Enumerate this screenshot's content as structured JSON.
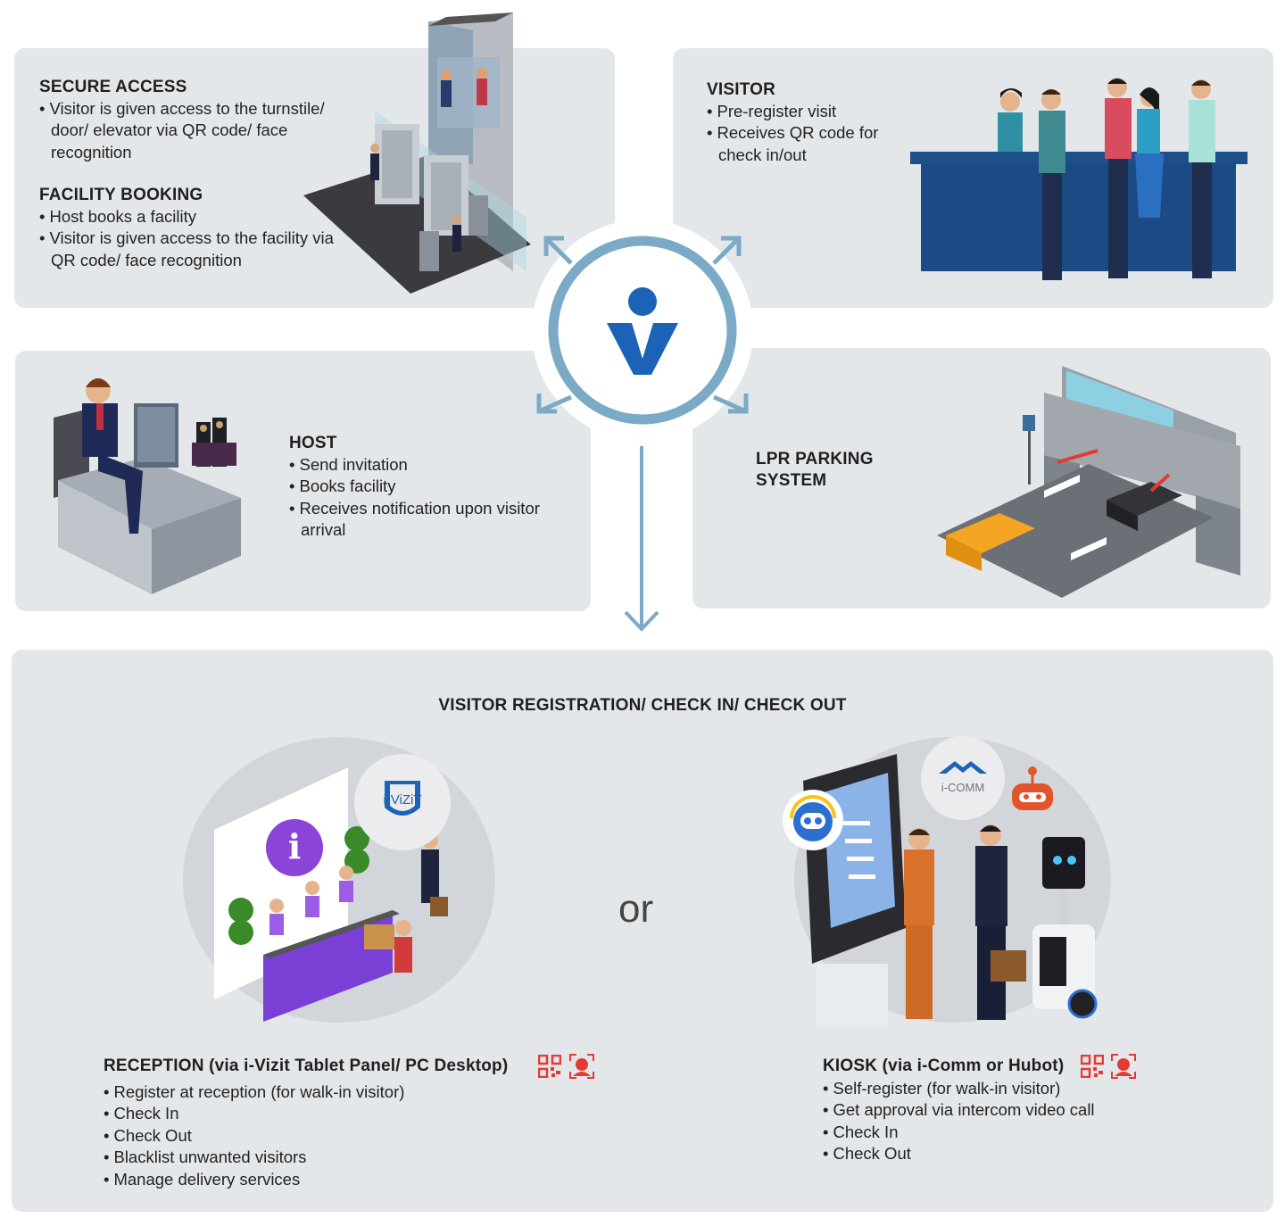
{
  "secure_access": {
    "title": "SECURE ACCESS",
    "items": [
      "Visitor is given access to the turnstile/ door/ elevator via QR  code/ face recognition"
    ]
  },
  "facility_booking": {
    "title": "FACILITY BOOKING",
    "items": [
      "Host books a facility",
      "Visitor is given access to the facility via QR code/ face recognition"
    ]
  },
  "visitor": {
    "title": "VISITOR",
    "items": [
      "Pre-register visit",
      "Receives QR code for check in/out"
    ]
  },
  "host": {
    "title": "HOST",
    "items": [
      "Send invitation",
      "Books facility",
      "Receives notification upon visitor arrival"
    ]
  },
  "parking": {
    "title_line1": "LPR PARKING",
    "title_line2": "SYSTEM"
  },
  "registration": {
    "title": "VISITOR REGISTRATION/ CHECK IN/ CHECK OUT",
    "or_label": "or",
    "reception": {
      "title": "RECEPTION (via i-Vizit Tablet Panel/ PC Desktop)",
      "logo_text": "i-ViZiT",
      "items": [
        "Register at reception (for walk-in visitor)",
        "Check In",
        "Check Out",
        "Blacklist unwanted visitors",
        "Manage delivery services"
      ]
    },
    "kiosk": {
      "title": "KIOSK (via i-Comm or Hubot)",
      "logo_text": "i-COMM",
      "items": [
        "Self-register (for walk-in visitor)",
        "Get approval via intercom video call",
        "Check In",
        "Check Out"
      ]
    }
  },
  "colors": {
    "panel_bg": "#e4e7ea",
    "hub_ring": "#7aaac6",
    "brand_blue": "#1c63b8",
    "desk_navy": "#1d4f8a",
    "accent_red": "#e53935",
    "reception_purple": "#7a3fd4"
  },
  "icons": [
    "qr-code-icon",
    "face-scan-icon",
    "brand-logo-icon",
    "arrow-icon"
  ]
}
